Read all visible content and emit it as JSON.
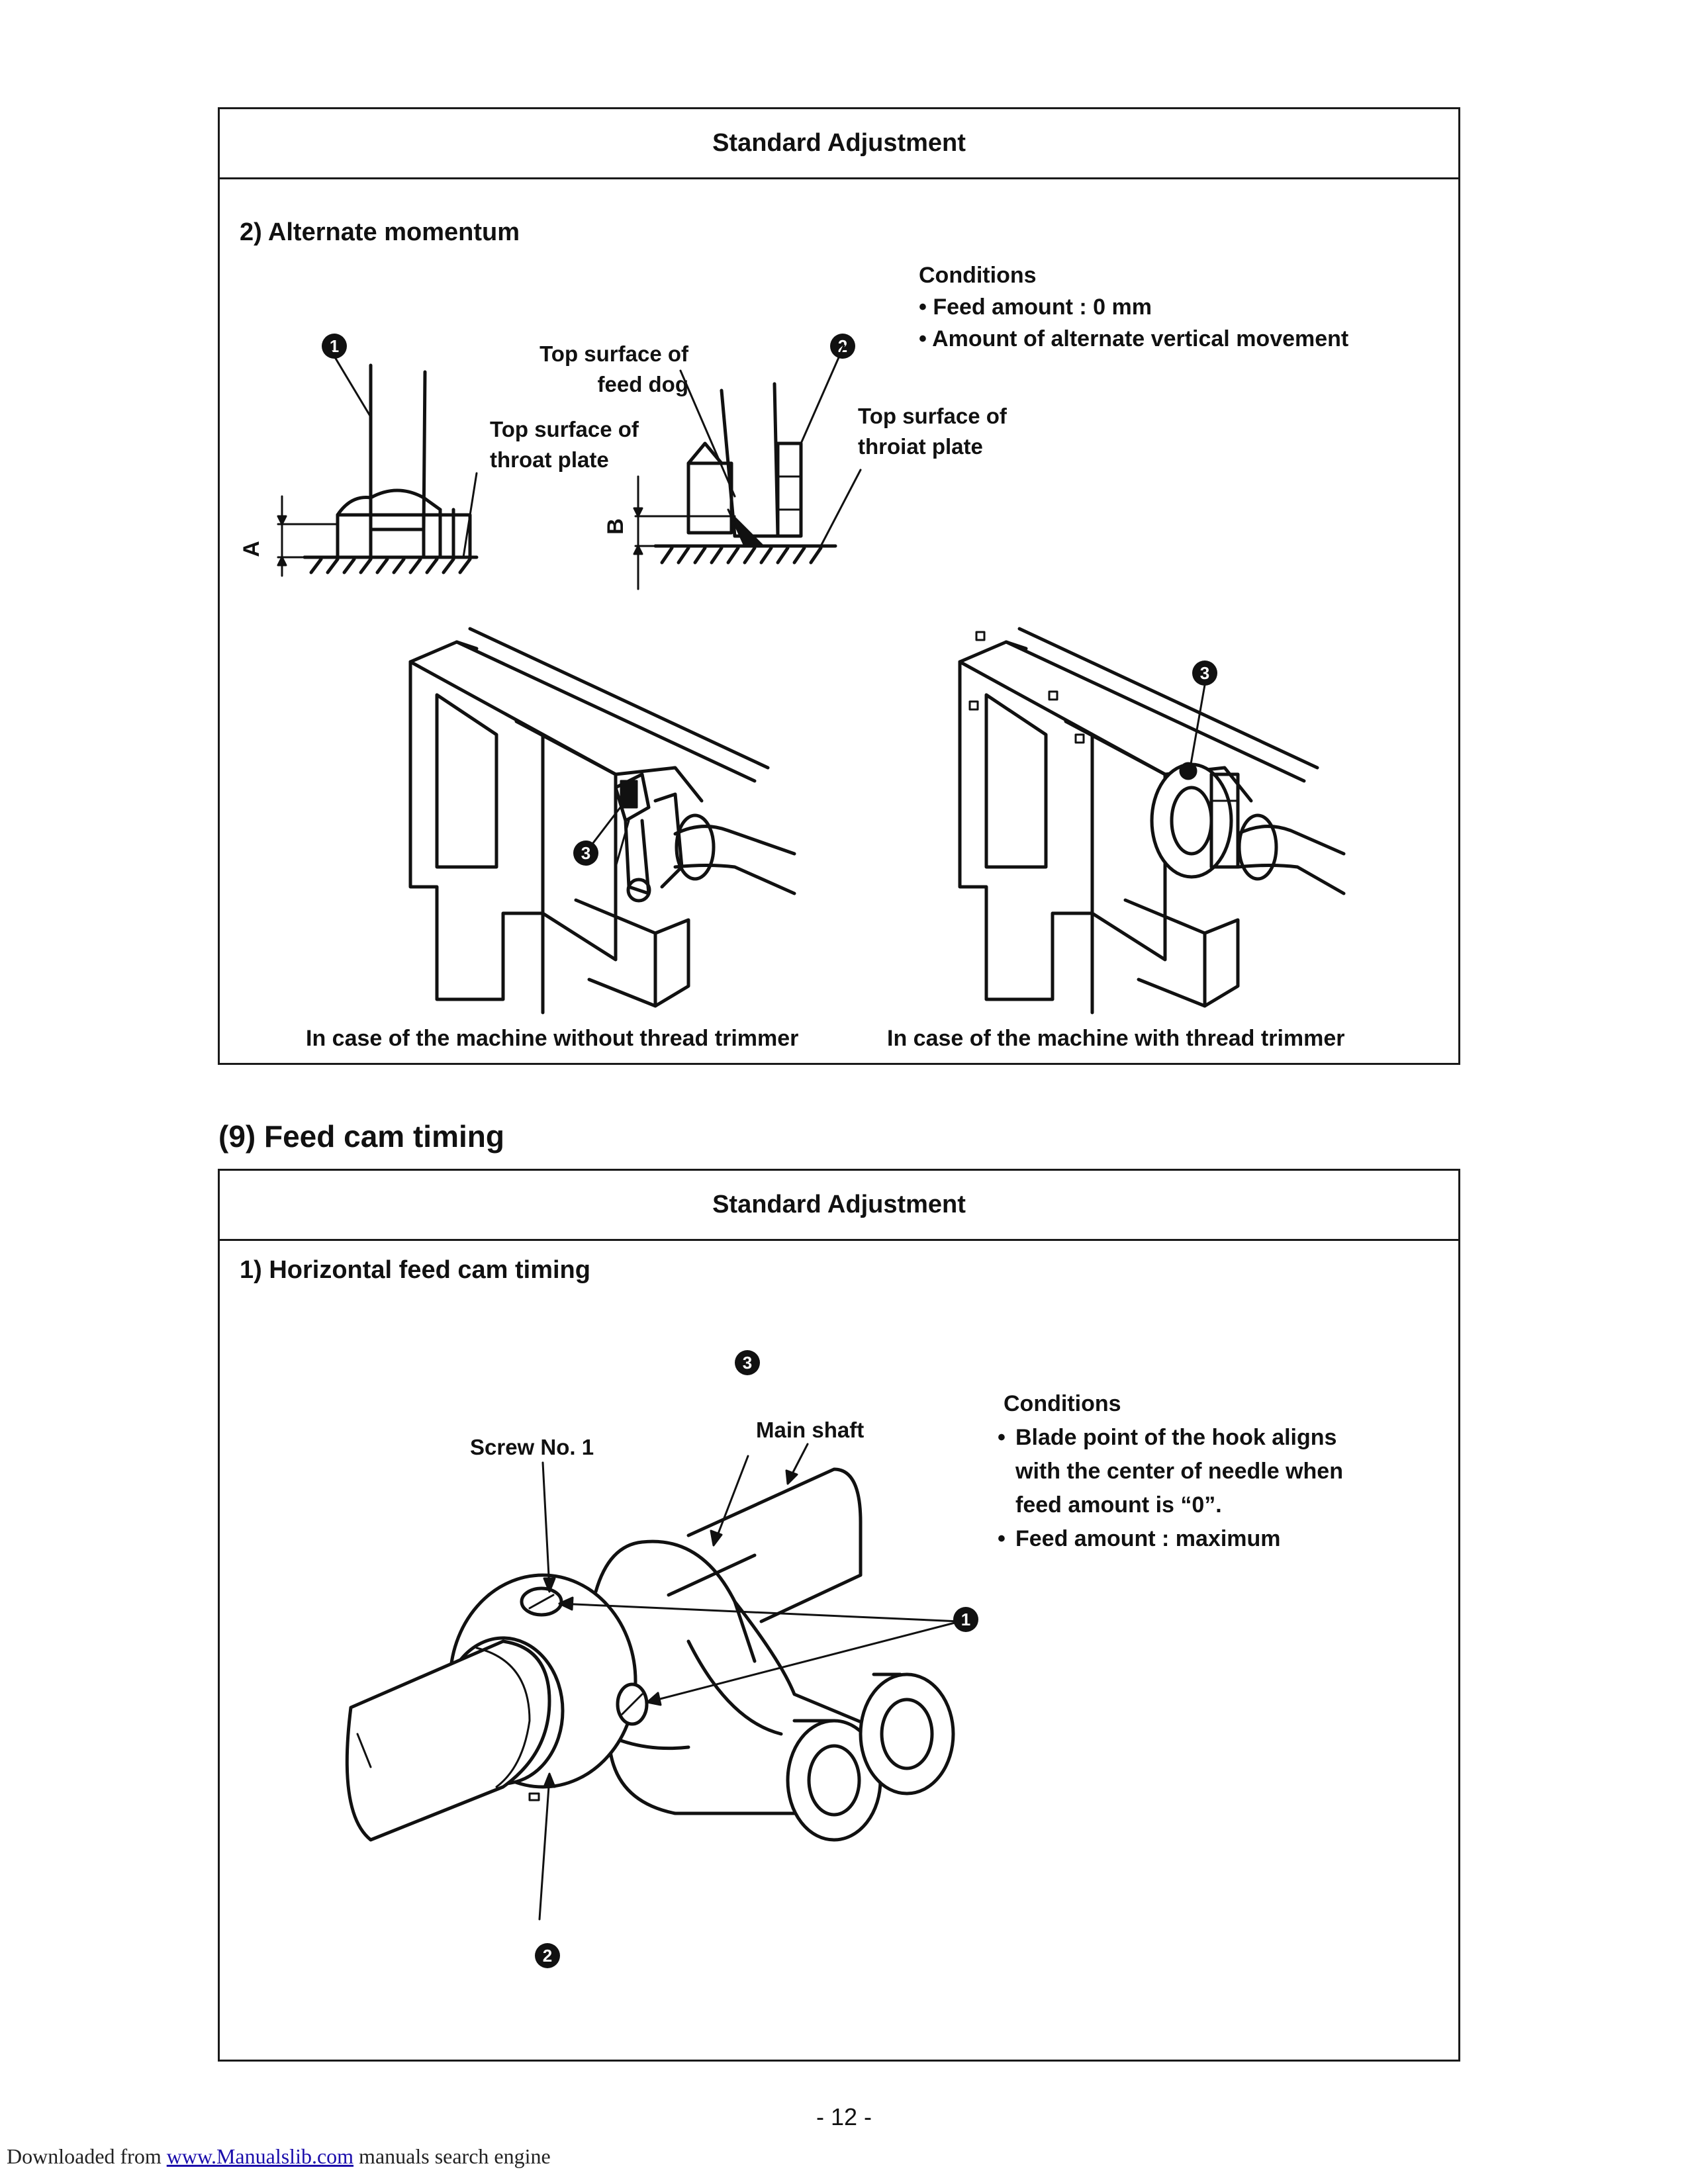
{
  "box1": {
    "header": "Standard Adjustment",
    "subheading": "2) Alternate momentum",
    "conditions": {
      "title": "Conditions",
      "items": [
        "• Feed amount : 0 mm",
        "• Amount of alternate vertical movement"
      ]
    },
    "labels": {
      "top_feed_dog_1": "Top surface of",
      "top_feed_dog_2": "feed dog",
      "top_throat_1": "Top surface of",
      "top_throat_2": "throat plate",
      "top_throiat_1": "Top surface of",
      "top_throiat_2": "throiat plate",
      "dim_a": "A",
      "dim_b": "B"
    },
    "markers": {
      "m1": "1",
      "m2": "2",
      "m3_left": "3",
      "m3_right": "3"
    },
    "captions": {
      "left": "In case of the machine without thread trimmer",
      "right": "In case of the machine with thread trimmer"
    }
  },
  "section9": {
    "title": "(9) Feed cam timing"
  },
  "box2": {
    "header": "Standard Adjustment",
    "subheading": "1) Horizontal feed cam timing",
    "labels": {
      "screw": "Screw No. 1",
      "main_shaft": "Main shaft"
    },
    "markers": {
      "m1": "1",
      "m2": "2",
      "m3": "3"
    },
    "conditions": {
      "title": "Conditions",
      "items": [
        {
          "bullet": "•",
          "lines": [
            "Blade point of the hook aligns",
            "with the center of needle when",
            "feed amount is “0”."
          ]
        },
        {
          "bullet": "•",
          "lines": [
            "Feed amount : maximum"
          ]
        }
      ]
    }
  },
  "page_number": "- 12 -",
  "footer": {
    "prefix": "Downloaded from ",
    "link": "www.Manualslib.com",
    "suffix": "  manuals search engine"
  }
}
